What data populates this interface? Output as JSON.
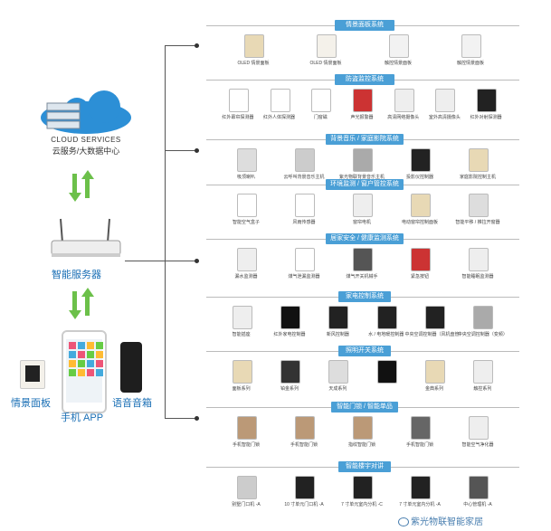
{
  "cloud": {
    "line1": "CLOUD SERVICES",
    "line2": "云服务/大数据中心"
  },
  "router_label": "智能服务器",
  "bottom_left": {
    "panel": "情景面板",
    "app": "手机 APP",
    "speaker": "语音音箱"
  },
  "sections": [
    {
      "title": "情景面板系统",
      "devices": [
        "OLED 情景面板",
        "OLED 情景面板",
        "触控情景面板",
        "触控情景面板"
      ]
    },
    {
      "title": "防盗监控系统",
      "devices": [
        "红外幕帘探测器",
        "红外人体探测器",
        "门窗磁",
        "声光报警器",
        "高清网络摄像头",
        "室外高清摄像头",
        "红外对射探测器"
      ]
    },
    {
      "title": "背景音乐 / 家庭影院系统",
      "devices": [
        "吸顶喇叭",
        "云呼叫背景音乐主机",
        "紫光物联背景音乐主机",
        "投影仪控制器",
        "家庭影院控制主机"
      ]
    },
    {
      "title": "环境监测 / 窗户管控系统",
      "devices": [
        "智能空气盒子",
        "风雨传感器",
        "窗帘电机",
        "电动窗帘控制面板",
        "智能平移 / 推拉开窗器"
      ]
    },
    {
      "title": "居家安全 / 健康监测系统",
      "devices": [
        "漏水监测器",
        "煤气泄漏监测器",
        "煤气开关机械手",
        "紧急按钮",
        "智能睡眠监测器"
      ]
    },
    {
      "title": "家电控制系统",
      "devices": [
        "智能插座",
        "红外家电控制器",
        "新风控制器",
        "水 / 电地暖控制器",
        "中央空调控制器（风机盘管）",
        "中央空调控制器（变频）"
      ]
    },
    {
      "title": "照明开关系统",
      "devices": [
        "面板系列",
        "铂金系列",
        "天成系列",
        "",
        "金典系列",
        "触控系列"
      ]
    },
    {
      "title": "智能门锁 / 智能单品",
      "devices": [
        "手机智能门锁",
        "手机智能门锁",
        "指纹智能门锁",
        "手机智能门锁",
        "智能空气净化器"
      ]
    },
    {
      "title": "智能楼宇对讲",
      "devices": [
        "别墅门口机 -A",
        "10 寸单元门口机 -A",
        "7 寸单元室内分机 -C",
        "7 寸单元室内分机 -A",
        "中心管理机 -A"
      ]
    }
  ],
  "watermark": "紫光物联智能家居",
  "colors": {
    "accent": "#4a9fd6",
    "arrow": "#6cc04a",
    "label": "#1a6fb5"
  }
}
